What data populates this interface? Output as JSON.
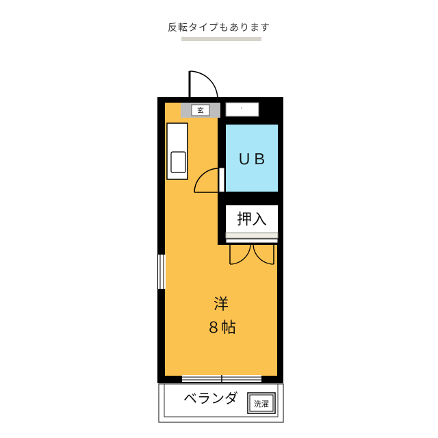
{
  "note": "反転タイプもあります",
  "rooms": {
    "entrance": "玄",
    "shoe_box": "゙",
    "bath": "ＵＢ",
    "closet": "押入",
    "western_room": "洋",
    "western_size": "８帖",
    "balcony": "ベランダ",
    "laundry": "洗濯"
  },
  "colors": {
    "floor": "#fcc24f",
    "bath": "#a8e6f8",
    "wall": "#000000",
    "closet_floor": "#ffffff"
  }
}
